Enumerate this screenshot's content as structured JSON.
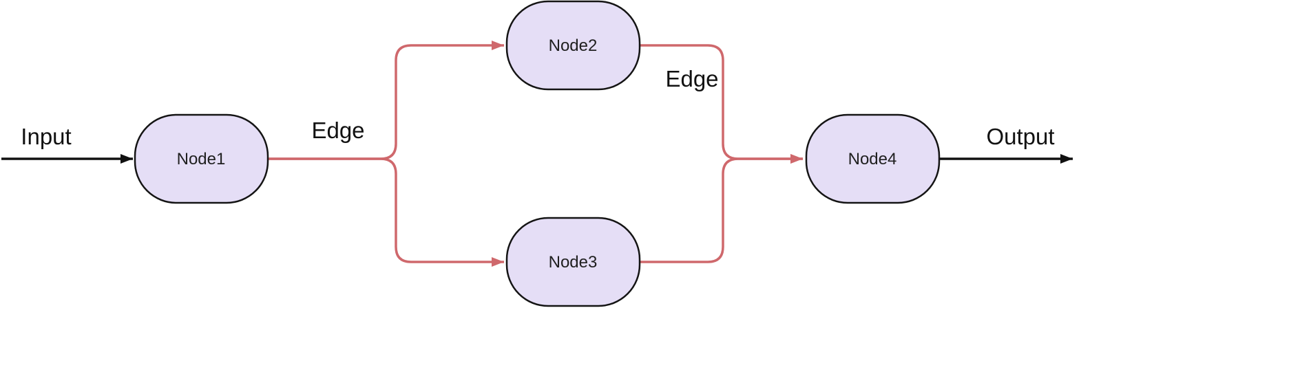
{
  "diagram": {
    "type": "flowchart",
    "direction": "left-to-right",
    "nodes": [
      {
        "id": "Node1",
        "label": "Node1"
      },
      {
        "id": "Node2",
        "label": "Node2"
      },
      {
        "id": "Node3",
        "label": "Node3"
      },
      {
        "id": "Node4",
        "label": "Node4"
      }
    ],
    "edges": [
      {
        "from": "start",
        "to": "Node1",
        "label": "Input",
        "style": "black"
      },
      {
        "from": "Node1",
        "to": "Node2",
        "label": "Edge",
        "style": "red"
      },
      {
        "from": "Node1",
        "to": "Node3",
        "label": "",
        "style": "red"
      },
      {
        "from": "Node2",
        "to": "Node4",
        "label": "Edge",
        "style": "red"
      },
      {
        "from": "Node3",
        "to": "Node4",
        "label": "",
        "style": "red"
      },
      {
        "from": "Node4",
        "to": "end",
        "label": "Output",
        "style": "black"
      }
    ],
    "edge_labels": {
      "input": "Input",
      "split": "Edge",
      "merge": "Edge",
      "output": "Output"
    }
  },
  "colors": {
    "edge_accent": "#cf686c",
    "node_fill": "#e5def6",
    "node_border": "#141414",
    "ink": "#111111",
    "bg": "#ffffff"
  }
}
